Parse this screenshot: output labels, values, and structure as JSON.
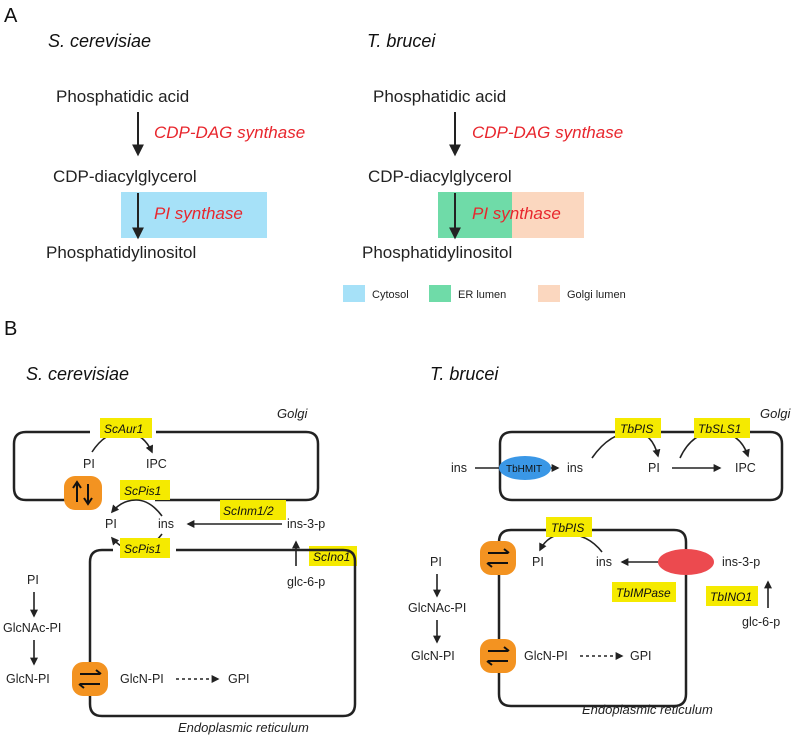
{
  "panels": {
    "a": "A",
    "b": "B"
  },
  "colors": {
    "cytosol": "#a6e1f8",
    "er_lumen": "#6fdba8",
    "golgi_lumen": "#fbd7bf",
    "enzyme_red": "#e8262d",
    "transporter_orange": "#f39321",
    "hmit_blue": "#3a97e6",
    "impase_red": "#ec4a4f",
    "enzyme_label_yellow": "#f5ea00"
  },
  "a": {
    "sc": {
      "title": "S. cerevisiae",
      "pa": "Phosphatidic acid",
      "cds": "CDP-DAG synthase",
      "cdpdag": "CDP-diacylglycerol",
      "pis": "PI synthase",
      "pi": "Phosphatidylinositol"
    },
    "tb": {
      "title": "T. brucei",
      "pa": "Phosphatidic acid",
      "cds": "CDP-DAG synthase",
      "cdpdag": "CDP-diacylglycerol",
      "pis": "PI synthase",
      "pi": "Phosphatidylinositol"
    },
    "legend": {
      "cytosol": "Cytosol",
      "er": "ER lumen",
      "golgi": "Golgi lumen"
    }
  },
  "b": {
    "sc": {
      "title": "S. cerevisiae",
      "golgi": "Golgi",
      "er": "Endoplasmic reticulum",
      "aur1": "ScAur1",
      "pis1_top": "ScPis1",
      "pis1_bot": "ScPis1",
      "inm": "ScInm1/2",
      "ino1": "ScIno1",
      "pi_golgi": "PI",
      "ipc": "IPC",
      "pi_mid": "PI",
      "ins": "ins",
      "ins3p": "ins-3-p",
      "glc6p": "glc-6-p",
      "pi_er": "PI",
      "glcnac": "GlcNAc-PI",
      "glcn_left": "GlcN-PI",
      "glcn_in": "GlcN-PI",
      "gpi": "GPI"
    },
    "tb": {
      "title": "T. brucei",
      "golgi": "Golgi",
      "er": "Endoplasmic reticulum",
      "hmit": "TbHMIT",
      "pis_golgi": "TbPIS",
      "sls1": "TbSLS1",
      "pis_er": "TbPIS",
      "impase": "TbIMPase",
      "ino1": "TbINO1",
      "ins_out": "ins",
      "ins_golgi": "ins",
      "pi_golgi": "PI",
      "ipc": "IPC",
      "pi_er_in": "PI",
      "ins_er": "ins",
      "ins3p": "ins-3-p",
      "glc6p": "glc-6-p",
      "pi_er": "PI",
      "glcnac": "GlcNAc-PI",
      "glcn_left": "GlcN-PI",
      "glcn_in": "GlcN-PI",
      "gpi": "GPI"
    }
  }
}
